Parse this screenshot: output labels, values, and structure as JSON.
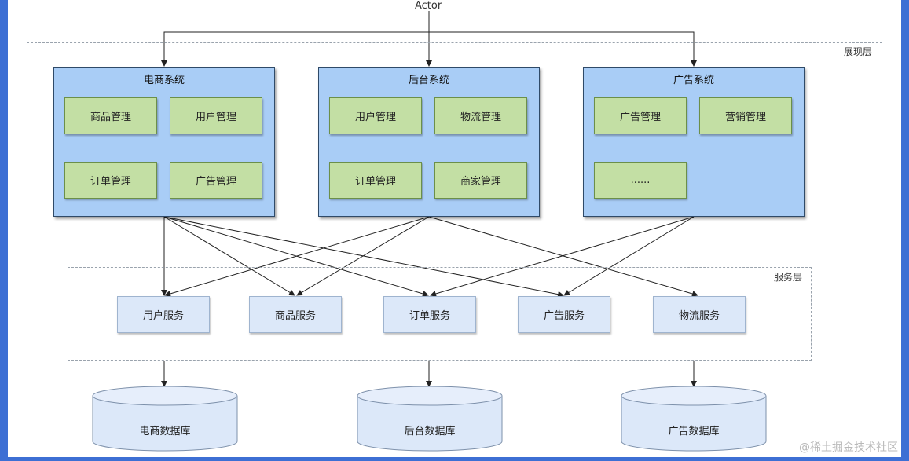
{
  "actor": "Actor",
  "layers": {
    "presentation": "展现层",
    "service": "服务层"
  },
  "systems": [
    {
      "title": "电商系统",
      "modules": [
        "商品管理",
        "用户管理",
        "订单管理",
        "广告管理"
      ]
    },
    {
      "title": "后台系统",
      "modules": [
        "用户管理",
        "物流管理",
        "订单管理",
        "商家管理"
      ]
    },
    {
      "title": "广告系统",
      "modules": [
        "广告管理",
        "营销管理",
        "......"
      ]
    }
  ],
  "services": [
    "用户服务",
    "商品服务",
    "订单服务",
    "广告服务",
    "物流服务"
  ],
  "databases": [
    "电商数据库",
    "后台数据库",
    "广告数据库"
  ],
  "watermark": "@稀土掘金技术社区",
  "colors": {
    "system_fill": "#a9cdf6",
    "module_fill": "#c3dfa4",
    "service_fill": "#dce8f9",
    "database_fill": "#dce8f9",
    "frame": "#3d6fd4"
  }
}
